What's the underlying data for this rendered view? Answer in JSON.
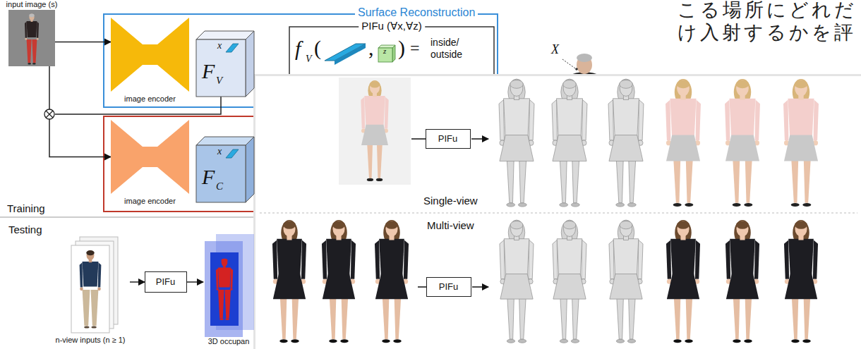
{
  "diagram": {
    "nodes": [
      {
        "text": [
          "input image (s)"
        ]
      },
      {
        "text": [
          "Surface Reconstruction"
        ]
      },
      {
        "text": [
          "image encoder"
        ],
        "in": 1
      },
      {
        "text": [
          "x",
          "F",
          "V"
        ],
        "in": 1
      },
      {
        "text": [
          "PIFu (∀x,∀z)",
          "f",
          "V",
          "(",
          ",",
          "z",
          ")",
          "=",
          "inside/ outside"
        ],
        "in": 1
      },
      {
        "text": [
          "image encoder"
        ]
      },
      {
        "text": [
          "x",
          "F",
          "C"
        ]
      },
      {
        "text": [
          "n-view inputs (n ≥ 1)"
        ]
      },
      {
        "text": [
          "PIFu"
        ]
      },
      {
        "text": [
          "3D occupan"
        ]
      },
      {
        "text": [
          "PIFu"
        ]
      },
      {
        "text": [
          "PIFu"
        ]
      }
    ],
    "edges": [
      {
        "from": 0,
        "to": 2,
        "arrow": "to"
      },
      {
        "from": 0,
        "to": 5,
        "arrow": "to"
      },
      {
        "from": 7,
        "to": 8,
        "arrow": "to"
      },
      {
        "from": 8,
        "to": 9,
        "arrow": "to"
      }
    ],
    "labels": [
      "こる場所にどれだ け入射するかを評",
      "X",
      "Training",
      "Testing",
      "Single-view",
      "Multi-view"
    ]
  }
}
